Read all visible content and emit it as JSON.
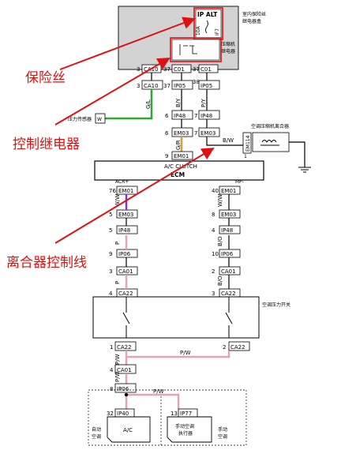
{
  "annotations": {
    "fuse": "保险丝",
    "relay": "控制继电器",
    "clutch_line": "离合器控制线"
  },
  "colors": {
    "annotation": "#e01010",
    "wire_green": "#2fa82f",
    "wire_pink": "#e8a0b8",
    "wire_purple": "#8a2be2",
    "wire_orange": "#d2a040"
  },
  "fuse_box": {
    "title_line1": "室内保险丝",
    "title_line2": "继电器盒",
    "fuse_name": "IP ALT",
    "fuse_rating": "10A",
    "fuse_id": "IF7",
    "relay_line1": "压缩机",
    "relay_line2": "继电器"
  },
  "top_connectors": {
    "c1_pin_left": "3",
    "c1_name": "CA10",
    "c1_pin_right": "37",
    "c2_name": "C01",
    "c2_pin": "37",
    "c3_name": "C01",
    "c3_pin": "38"
  },
  "pressure_sensor": "压力传感器",
  "compressor_clutch": "空调压缩机离合器",
  "wires": {
    "gl": "G/L",
    "by": "B/Y",
    "py": "P/Y",
    "bw": "B/W",
    "gr": "G/R",
    "ww": "W/W",
    "p1": "P",
    "p2": "P",
    "bo1": "B/O",
    "bo2": "B/O",
    "pw": "P/W",
    "pw2": "P/W",
    "pw3": "P/W",
    "pw4": "P/W"
  },
  "connectors": {
    "ca10": "CA10",
    "ca10_pin": "3",
    "ip05a": "IP05",
    "ip05a_pin": "37",
    "ip05b": "IP05",
    "ip05b_pin": "38",
    "ip48a": "IP48",
    "ip48a_pin": "6",
    "ip48b": "IP48",
    "ip48b_pin": "7",
    "em03a": "EM03",
    "em03a_pin": "6",
    "em03b": "EM03",
    "em03b_pin": "7",
    "em01a": "EM01",
    "em01a_pin": "9",
    "em114": "EM114",
    "em114_pin": "1"
  },
  "ecm": {
    "name": "ECM",
    "acr": "ACR+",
    "mp": "MP-",
    "clutch": "A/C CLUTCH"
  },
  "left_column": [
    {
      "name": "EM01",
      "pin": "76"
    },
    {
      "name": "EM03",
      "pin": "5"
    },
    {
      "name": "IP48",
      "pin": "5"
    },
    {
      "name": "IP06",
      "pin": "9"
    },
    {
      "name": "CA01",
      "pin": "3"
    },
    {
      "name": "CA22",
      "pin": "4"
    }
  ],
  "right_column": [
    {
      "name": "EM01",
      "pin": "40"
    },
    {
      "name": "EM03",
      "pin": "8"
    },
    {
      "name": "IP48",
      "pin": "4"
    },
    {
      "name": "IP06",
      "pin": "10"
    },
    {
      "name": "CA01",
      "pin": "2"
    },
    {
      "name": "CA22",
      "pin": "3"
    }
  ],
  "pressure_switch": "空调压力开关",
  "bottom_connectors": {
    "ca22_left": "CA22",
    "ca22_left_pin": "1",
    "ca22_right": "CA22",
    "ca22_right_pin": "2",
    "ca01": "CA01",
    "ca01_pin": "4",
    "ip06": "IP06",
    "ip06_pin": "8",
    "ip40": "IP40",
    "ip40_pin": "32",
    "ip77": "IP77",
    "ip77_pin": "13"
  },
  "controls": {
    "auto_line1": "自动",
    "auto_line2": "空调",
    "ac": "A/C",
    "manual_exec_line1": "手动空调",
    "manual_exec_line2": "执行器",
    "manual_line1": "手动",
    "manual_line2": "空调"
  }
}
